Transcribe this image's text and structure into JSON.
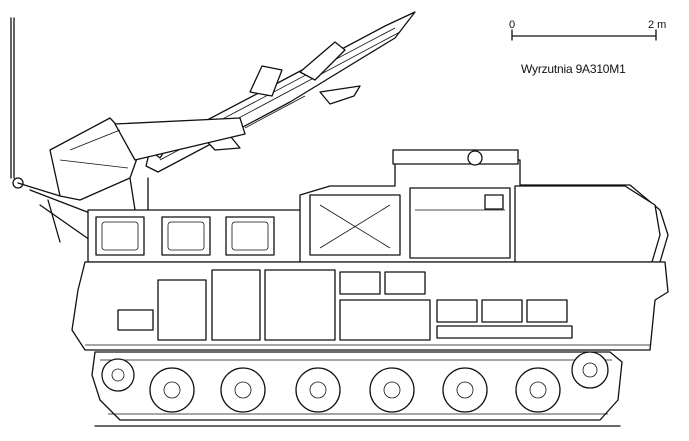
{
  "caption": "Wyrzutnia 9A310M1",
  "scale_bar": {
    "start_label": "0",
    "end_label": "2 m"
  }
}
